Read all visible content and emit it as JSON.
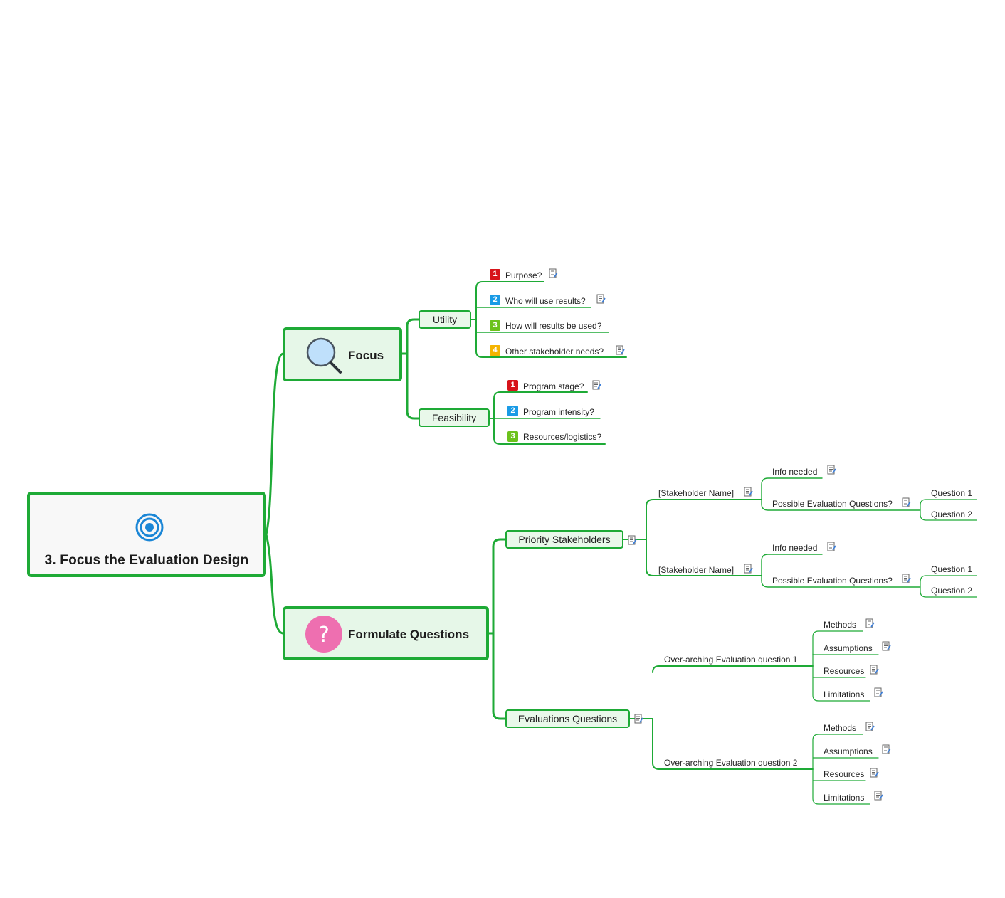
{
  "root": {
    "title": "3. Focus the Evaluation Design",
    "icon": "target-icon"
  },
  "colors": {
    "branch": "#1eaa36",
    "priority1": "#d7141a",
    "priority2": "#1a9be6",
    "priority3": "#6cc21c",
    "priority4": "#f5b400",
    "question_icon": "#ee6fb0",
    "magnifier": "#bfe0fb"
  },
  "focus": {
    "title": "Focus",
    "icon": "magnifier-icon",
    "utility": {
      "label": "Utility",
      "items": [
        {
          "num": "1",
          "label": "Purpose?"
        },
        {
          "num": "2",
          "label": "Who will use results?"
        },
        {
          "num": "3",
          "label": "How will results be used?"
        },
        {
          "num": "4",
          "label": "Other stakeholder needs?"
        }
      ]
    },
    "feasibility": {
      "label": "Feasibility",
      "items": [
        {
          "num": "1",
          "label": "Program stage?"
        },
        {
          "num": "2",
          "label": "Program intensity?"
        },
        {
          "num": "3",
          "label": "Resources/logistics?"
        }
      ]
    }
  },
  "formulate": {
    "title": "Formulate Questions",
    "icon": "question-icon",
    "priority": {
      "label": "Priority Stakeholders",
      "stakeholders": [
        {
          "label": "[Stakeholder Name]",
          "info": "Info needed",
          "possible": "Possible Evaluation Questions?",
          "questions": [
            "Question 1",
            "Question 2"
          ]
        },
        {
          "label": "[Stakeholder Name]",
          "info": "Info needed",
          "possible": "Possible Evaluation Questions?",
          "questions": [
            "Question 1",
            "Question 2"
          ]
        }
      ]
    },
    "evaluations": {
      "label": "Evaluations Questions",
      "overarching": [
        {
          "label": "Over-arching Evaluation question 1",
          "items": [
            "Methods",
            "Assumptions",
            "Resources",
            "Limitations"
          ]
        },
        {
          "label": "Over-arching Evaluation question 2",
          "items": [
            "Methods",
            "Assumptions",
            "Resources",
            "Limitations"
          ]
        }
      ]
    }
  }
}
